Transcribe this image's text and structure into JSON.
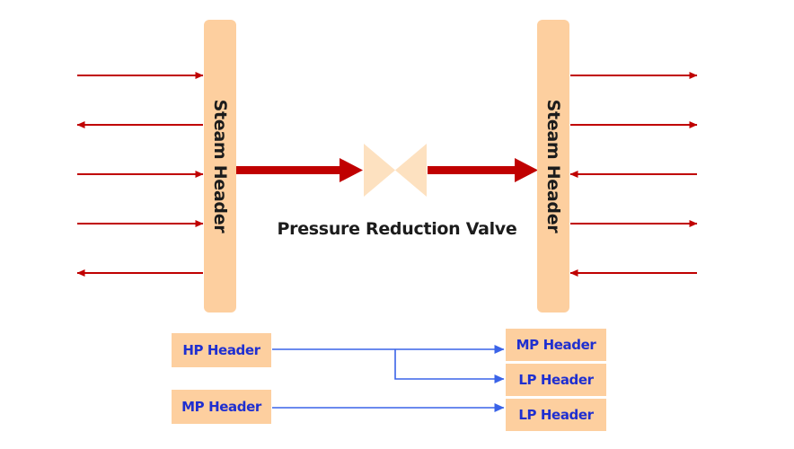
{
  "diagram": {
    "header_left_label": "Steam Header",
    "header_right_label": "Steam Header",
    "valve_label": "Pressure Reduction Valve",
    "left_arrows": [
      "in",
      "out",
      "in",
      "in",
      "out"
    ],
    "right_arrows": [
      "out",
      "out",
      "in",
      "out",
      "in"
    ]
  },
  "legend": {
    "sources": [
      "HP Header",
      "MP Header"
    ],
    "destinations": [
      "MP Header",
      "LP Header",
      "LP Header"
    ],
    "links": [
      {
        "from": "HP Header",
        "to": "MP Header"
      },
      {
        "from": "HP Header",
        "to": "LP Header"
      },
      {
        "from": "MP Header",
        "to": "LP Header"
      }
    ]
  },
  "colors": {
    "header_fill": "#fdcf9f",
    "steam_arrow": "#c00000",
    "valve": "#fde1c0",
    "legend_text": "#1f2fd0",
    "legend_line": "#3a63e8"
  }
}
